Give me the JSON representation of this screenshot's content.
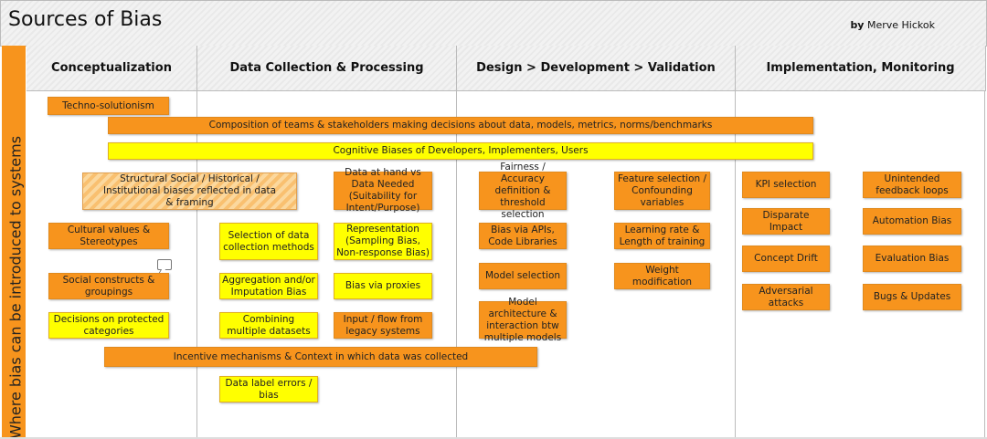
{
  "title": "Sources of Bias",
  "byline": {
    "by": "by",
    "author": "Merve Hickok"
  },
  "side_label": "Where bias can be introduced to systems",
  "columns": [
    "Conceptualization",
    "Data Collection & Processing",
    "Design > Development > Validation",
    "Implementation, Monitoring"
  ],
  "boxes": {
    "techno": "Techno-solutionism",
    "composition": "Composition of teams & stakeholders making decisions about data, models, metrics, norms/benchmarks",
    "cognitive": "Cognitive Biases of Developers, Implementers, Users",
    "structural": "Structural Social / Historical / Institutional biases reflected in data & framing",
    "data_at_hand": "Data at hand vs Data Needed (Suitability for Intent/Purpose)",
    "fairness": "Fairness / Accuracy definition & threshold selection",
    "feature": "Feature selection / Confounding variables",
    "kpi": "KPI selection",
    "unintended": "Unintended feedback loops",
    "cultural": "Cultural values & Stereotypes",
    "selection": "Selection of data collection methods",
    "representation": "Representation (Sampling Bias, Non-response Bias)",
    "apis": "Bias via APIs, Code Libraries",
    "learning": "Learning rate & Length of training",
    "disparate": "Disparate Impact",
    "automation": "Automation Bias",
    "social": "Social constructs & groupings",
    "aggregation": "Aggregation and/or Imputation Bias",
    "proxies": "Bias via proxies",
    "model_sel": "Model selection",
    "weight": "Weight modification",
    "drift": "Concept Drift",
    "evaluation": "Evaluation Bias",
    "adversarial": "Adversarial attacks",
    "bugs": "Bugs & Updates",
    "decisions": "Decisions on protected categories",
    "combining": "Combining multiple datasets",
    "legacy": "Input / flow from legacy systems",
    "architecture": "Model architecture & interaction btw multiple models",
    "incentive": "Incentive mechanisms & Context in which data was collected",
    "label": "Data label errors / bias"
  },
  "colors": {
    "orange": "#F7941D",
    "yellow": "#FFFF00"
  }
}
